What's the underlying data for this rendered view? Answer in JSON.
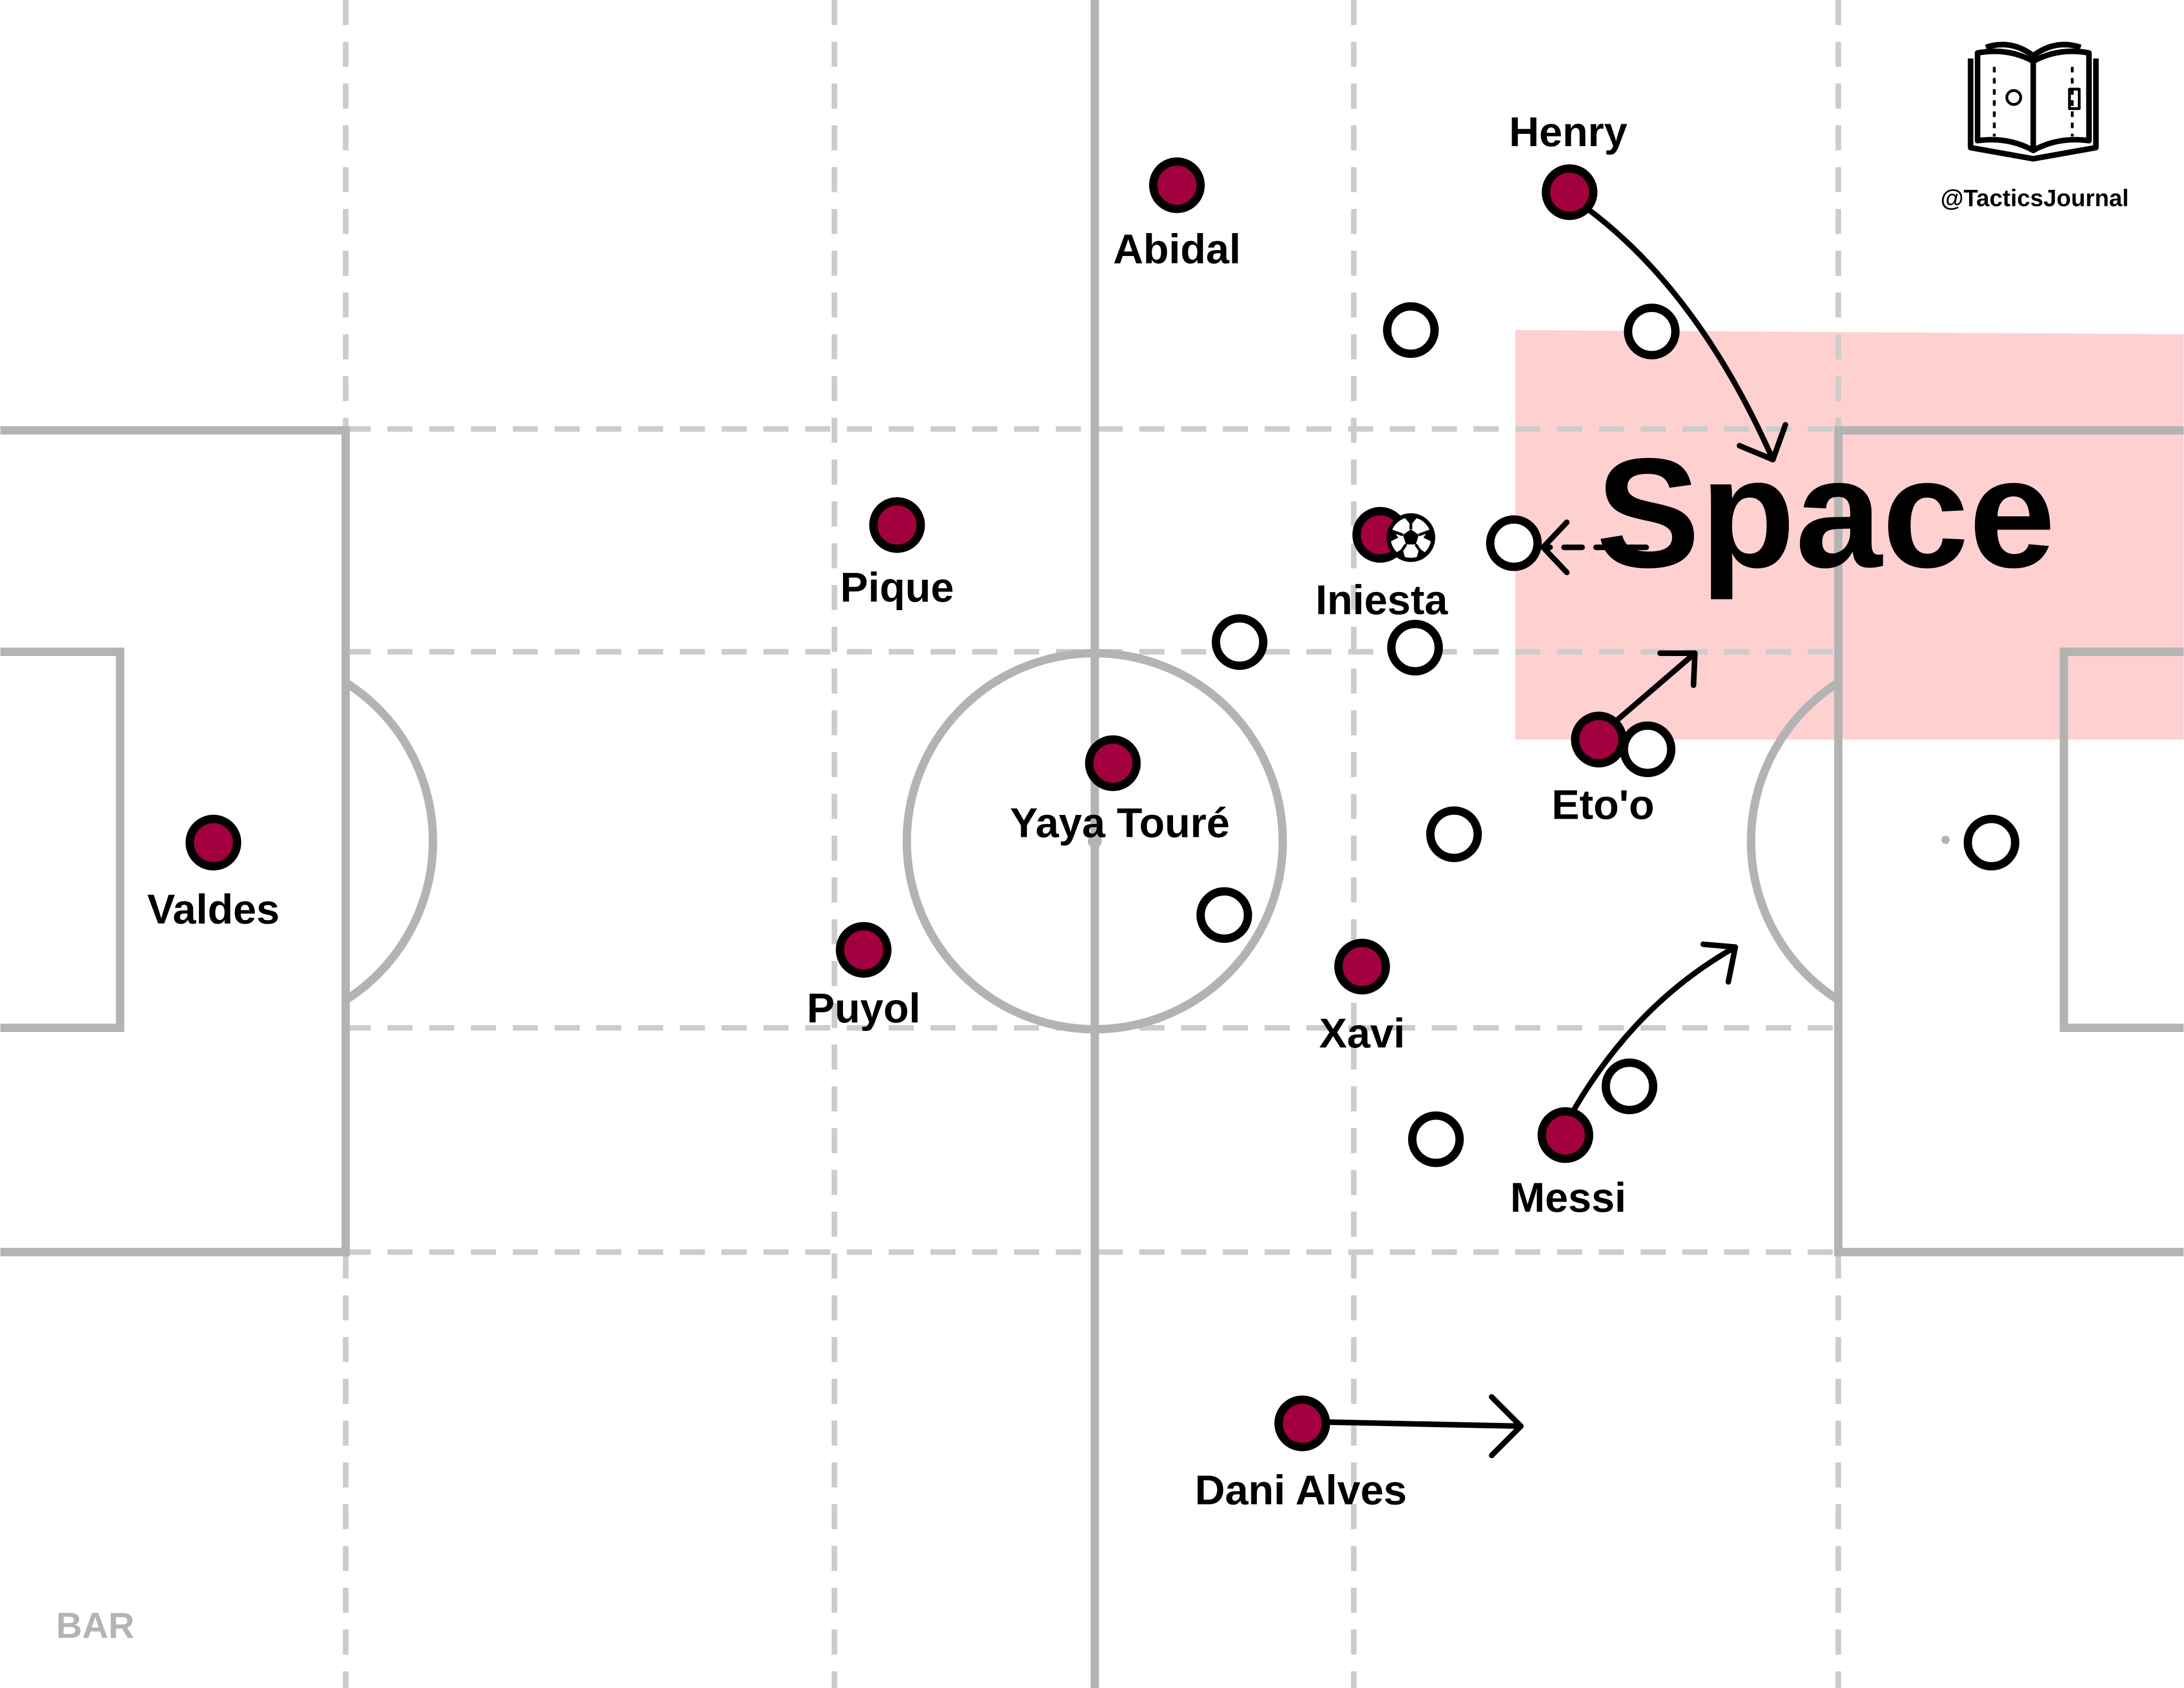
{
  "brand": {
    "handle": "@TacticsJournal",
    "logo_icon": "open-book-pitch-icon"
  },
  "team_tag": "BAR",
  "zone_label": "Space",
  "colors": {
    "team_fill": "#a3003f",
    "opponent_fill": "#ffffff",
    "outline": "#000000",
    "pitch_lines": "#b3b3b3",
    "zone_fill": "#ffcccc"
  },
  "players": [
    {
      "id": "valdes",
      "name": "Valdes"
    },
    {
      "id": "pique",
      "name": "Pique"
    },
    {
      "id": "puyol",
      "name": "Puyol"
    },
    {
      "id": "abidal",
      "name": "Abidal"
    },
    {
      "id": "yaya",
      "name": "Yaya Touré"
    },
    {
      "id": "iniesta",
      "name": "Iniesta"
    },
    {
      "id": "xavi",
      "name": "Xavi"
    },
    {
      "id": "henry",
      "name": "Henry"
    },
    {
      "id": "etoo",
      "name": "Eto'o"
    },
    {
      "id": "messi",
      "name": "Messi"
    },
    {
      "id": "alves",
      "name": "Dani Alves"
    }
  ],
  "opponent_count": 11,
  "ball_icon": "football-icon"
}
